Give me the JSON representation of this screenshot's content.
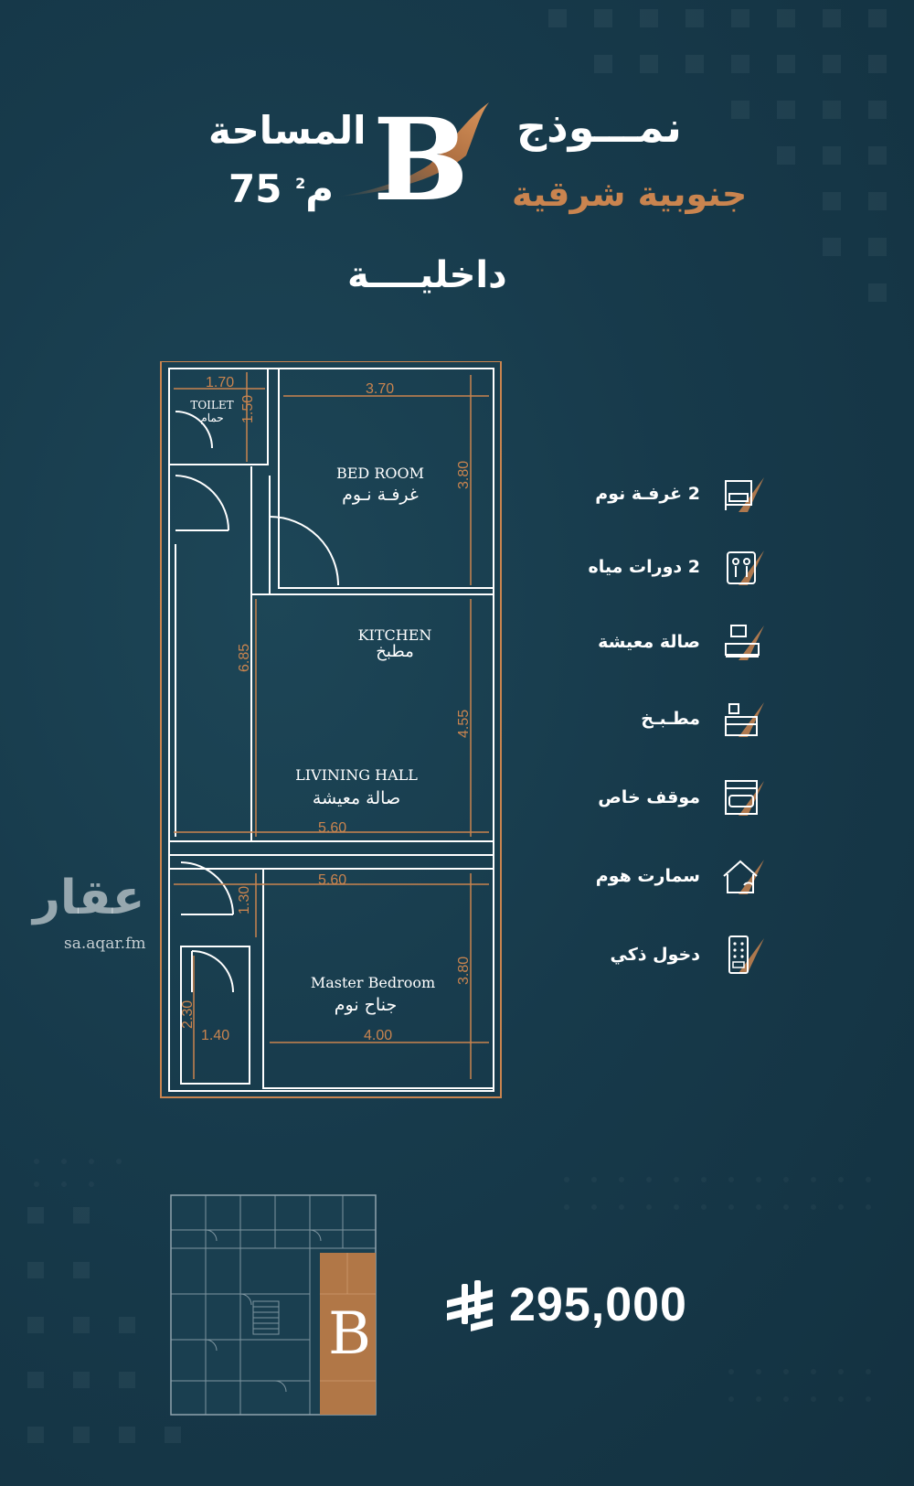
{
  "header": {
    "model_label": "نمـــوذج",
    "model_letter": "B",
    "orientation": "جنوبية شرقية",
    "area_label": "المساحة",
    "area_value": "75 م",
    "area_unit_sup": "2",
    "subtitle": "داخليــــة"
  },
  "floor_plan": {
    "rooms": {
      "toilet_en": "TOILET",
      "toilet_ar": "حمام",
      "bedroom_en": "BED ROOM",
      "bedroom_ar": "غرفـة نـوم",
      "kitchen_en": "KITCHEN",
      "kitchen_ar": "مطبخ",
      "living_en": "LIVINING HALL",
      "living_ar": "صالة معيشة",
      "master_en": "Master Bedroom",
      "master_ar": "جناح نوم"
    },
    "dimensions": {
      "d_170": "1.70",
      "d_150": "1.50",
      "d_370": "3.70",
      "d_380a": "3.80",
      "d_685": "6.85",
      "d_455": "4.55",
      "d_560a": "5.60",
      "d_560b": "5.60",
      "d_130": "1.30",
      "d_380b": "3.80",
      "d_230": "2.30",
      "d_140": "1.40",
      "d_400": "4.00"
    }
  },
  "features": [
    {
      "label": "2 غرفـة نوم",
      "icon": "bedroom-icon"
    },
    {
      "label": "2 دورات مياه",
      "icon": "bathroom-icon"
    },
    {
      "label": "صالة معيشة",
      "icon": "living-room-icon"
    },
    {
      "label": "مطـبـخ",
      "icon": "kitchen-icon"
    },
    {
      "label": "موقف خاص",
      "icon": "parking-icon"
    },
    {
      "label": "سمارت هوم",
      "icon": "smart-home-icon"
    },
    {
      "label": "دخول ذكي",
      "icon": "smart-entry-icon"
    }
  ],
  "watermark": {
    "logo_text": "عقار",
    "url": "sa.aqar.fm"
  },
  "mini_plan": {
    "highlight_letter": "B"
  },
  "price": {
    "value": "295,000",
    "currency_icon": "saudi-riyal-icon"
  },
  "colors": {
    "background": "#173a4b",
    "accent": "#c9844f",
    "text": "#ffffff"
  }
}
